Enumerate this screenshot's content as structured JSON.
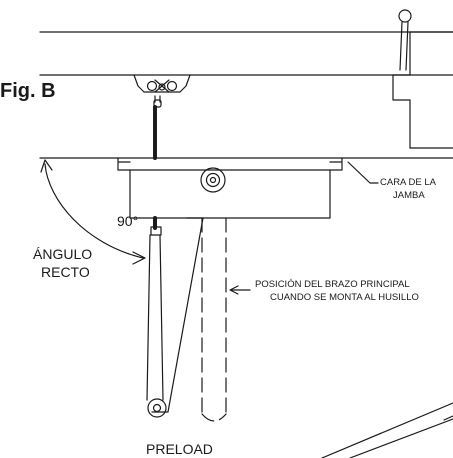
{
  "figure_label": "Fig. B",
  "angle_label": "90°",
  "right_angle_label": [
    "ÁNGULO",
    "RECTO"
  ],
  "jamb_label": [
    "CARA DE LA",
    "JAMBA"
  ],
  "arm_position_label": [
    "POSICIÓN DEL BRAZO PRINCIPAL",
    "CUANDO SE MONTA AL HUSILLO"
  ],
  "preload_label": "PRELOAD",
  "colors": {
    "line": "#1a1a1a",
    "background": "#ffffff"
  }
}
